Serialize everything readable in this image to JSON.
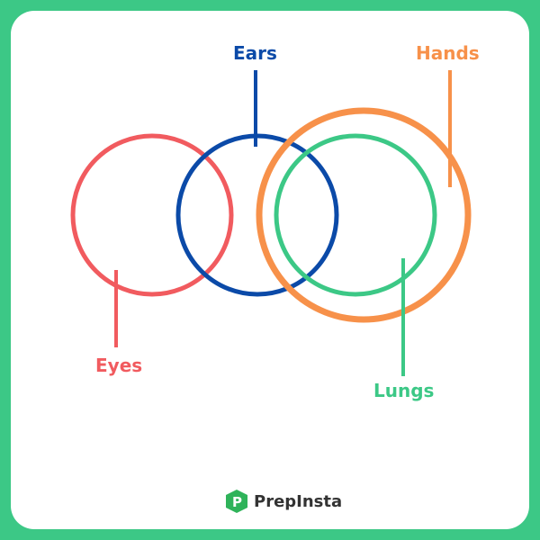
{
  "labels": {
    "ears": "Ears",
    "hands": "Hands",
    "eyes": "Eyes",
    "lungs": "Lungs"
  },
  "colors": {
    "ears": "#0b4aa8",
    "hands": "#f7914a",
    "eyes": "#f15b5f",
    "lungs": "#3cc886",
    "border": "#3cc886"
  },
  "brand": {
    "name": "PrepInsta"
  }
}
